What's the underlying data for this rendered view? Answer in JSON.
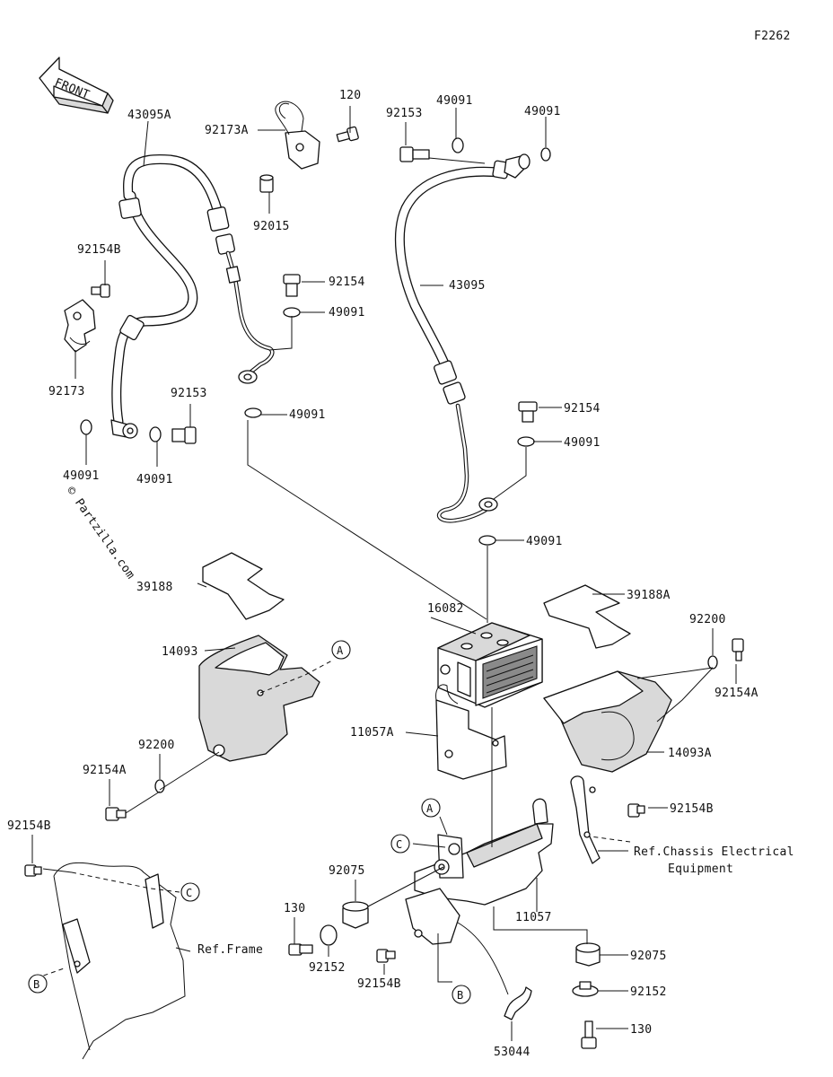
{
  "figure_code": "F2262",
  "front_label": "FRONT",
  "watermark": "© Partzilla.com",
  "part_labels": {
    "p43095A": "43095A",
    "p92173A": "92173A",
    "p120": "120",
    "p92015": "92015",
    "p92153_top": "92153",
    "p49091_top1": "49091",
    "p49091_top2": "49091",
    "p43095": "43095",
    "p92154B_left": "92154B",
    "p92173": "92173",
    "p92154_mid": "92154",
    "p49091_mid": "49091",
    "p92153_left": "92153",
    "p49091_left1": "49091",
    "p49091_left2": "49091",
    "p49091_left_mid": "49091",
    "p92154_right": "92154",
    "p49091_right": "49091",
    "p49091_right2": "49091",
    "p39188": "39188",
    "p39188A": "39188A",
    "p16082": "16082",
    "p14093": "14093",
    "p92200_right": "92200",
    "p92154A_right": "92154A",
    "p11057A": "11057A",
    "p14093A": "14093A",
    "p92200_left": "92200",
    "p92154A_left": "92154A",
    "p92154B_bottomleft": "92154B",
    "p92154B_right": "92154B",
    "p92075_left": "92075",
    "p130_left": "130",
    "p11057": "11057",
    "p92152_left": "92152",
    "p92154B_bottom": "92154B",
    "p92075_right": "92075",
    "p92152_right": "92152",
    "p130_right": "130",
    "p53044": "53044"
  },
  "references": {
    "chassis_line1": "Ref.Chassis Electrical",
    "chassis_line2": "Equipment",
    "frame": "Ref.Frame"
  },
  "callouts": {
    "A": "A",
    "B": "B",
    "C": "C"
  }
}
